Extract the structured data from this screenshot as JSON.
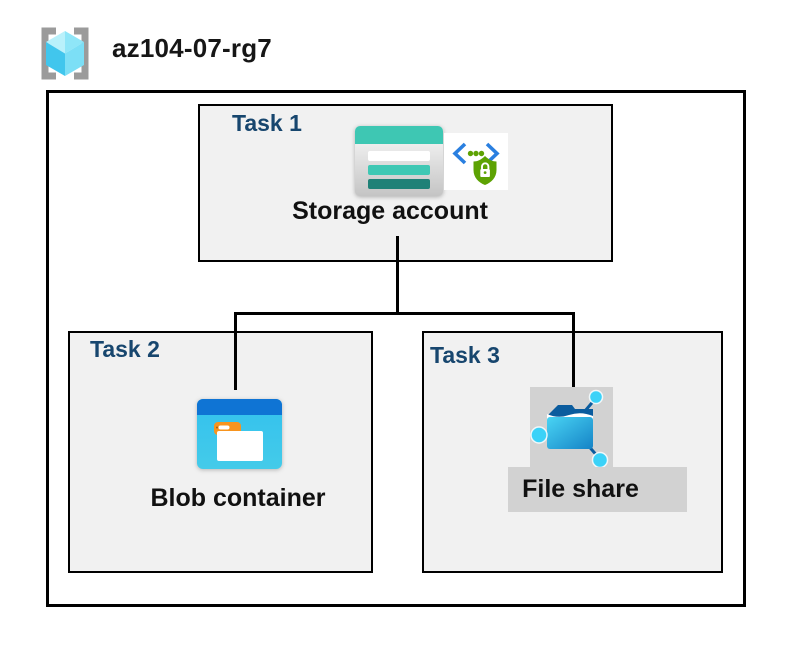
{
  "header": {
    "icon": "resource-group-icon",
    "resource_group_name": "az104-07-rg7"
  },
  "diagram": {
    "tasks": [
      {
        "label": "Task 1",
        "resource": "Storage account",
        "icons": [
          "storage-account-icon",
          "sas-security-icon"
        ]
      },
      {
        "label": "Task 2",
        "resource": "Blob container",
        "icons": [
          "blob-container-icon"
        ]
      },
      {
        "label": "Task 3",
        "resource": "File share",
        "icons": [
          "file-share-icon"
        ]
      }
    ],
    "connections": [
      {
        "from": "Storage account",
        "to": "Blob container"
      },
      {
        "from": "Storage account",
        "to": "File share"
      }
    ],
    "colors": {
      "task_label_navy": "#17466e",
      "task_box_fill": "#f1f1f1",
      "border_black": "#000000",
      "storage_teal": "#3ec7b3",
      "storage_teal_dark": "#1f8177",
      "blob_band_blue": "#0f74d4",
      "blob_body_cyan": "#35c2ec",
      "folder_tab_orange": "#f7941e",
      "sas_green": "#5da203",
      "sas_bracket_blue": "#2a7fe0",
      "file_share_bg_gray": "#d2d2d2",
      "file_share_navy": "#0b5c9e",
      "node_cyan": "#3bd2f8",
      "cube_cyan": "#4ac9ee",
      "bracket_gray": "#9b9b9b"
    }
  }
}
